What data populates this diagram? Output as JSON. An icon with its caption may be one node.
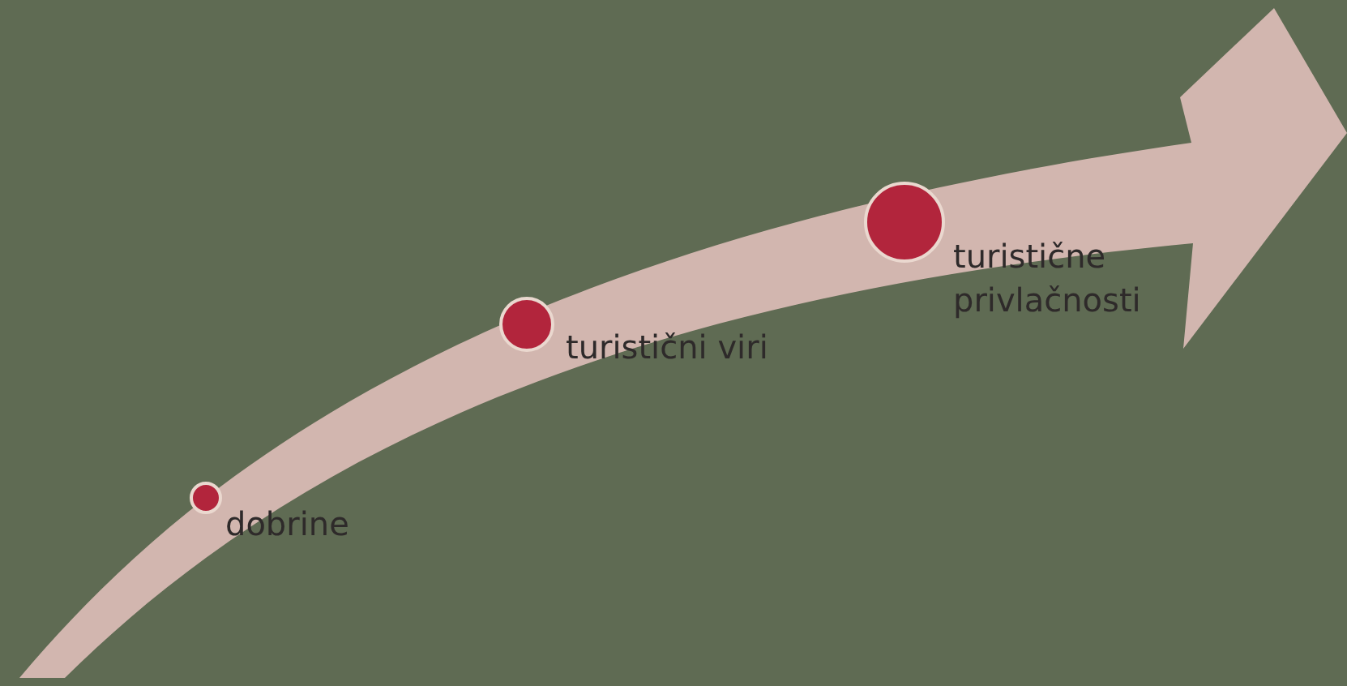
{
  "diagram": {
    "nodes": [
      {
        "text": [],
        "shape": "circle",
        "beside": [
          "dobrine"
        ]
      },
      {
        "text": [],
        "shape": "circle",
        "beside": [
          "turistični viri"
        ]
      },
      {
        "text": [],
        "shape": "circle",
        "beside": [
          "turistične privlačnosti"
        ]
      }
    ]
  }
}
